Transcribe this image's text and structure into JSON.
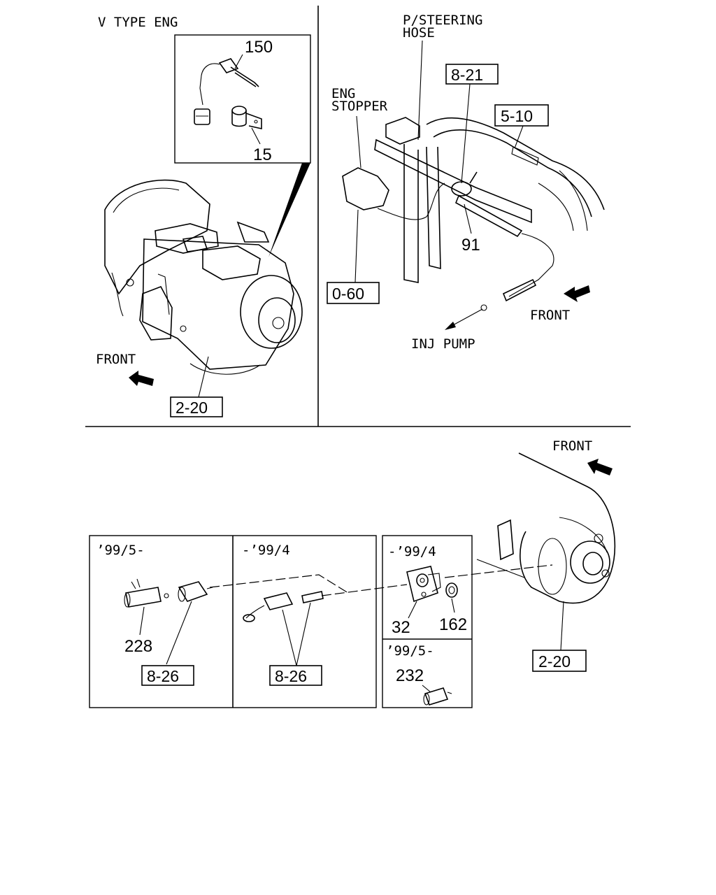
{
  "labels": {
    "v_type_eng": "V TYPE ENG",
    "p_steering_hose_1": "P/STEERING",
    "p_steering_hose_2": "HOSE",
    "eng_stopper_1": "ENG",
    "eng_stopper_2": "STOPPER",
    "front_1": "FRONT",
    "front_2": "FRONT",
    "front_3": "FRONT",
    "inj_pump": "INJ PUMP",
    "period_99_5_a": "’99/5-",
    "period_99_4_a": "-’99/4",
    "period_99_4_b": "-’99/4",
    "period_99_5_b": "’99/5-"
  },
  "part_numbers": {
    "p150": "150",
    "p15": "15",
    "p91": "91",
    "p228": "228",
    "p32": "32",
    "p162": "162",
    "p232": "232"
  },
  "ref_boxes": {
    "r2_20_a": "2-20",
    "r8_21": "8-21",
    "r5_10": "5-10",
    "r0_60": "0-60",
    "r8_26_a": "8-26",
    "r8_26_b": "8-26",
    "r2_20_b": "2-20"
  },
  "colors": {
    "ink": "#000000",
    "paper": "#ffffff"
  }
}
